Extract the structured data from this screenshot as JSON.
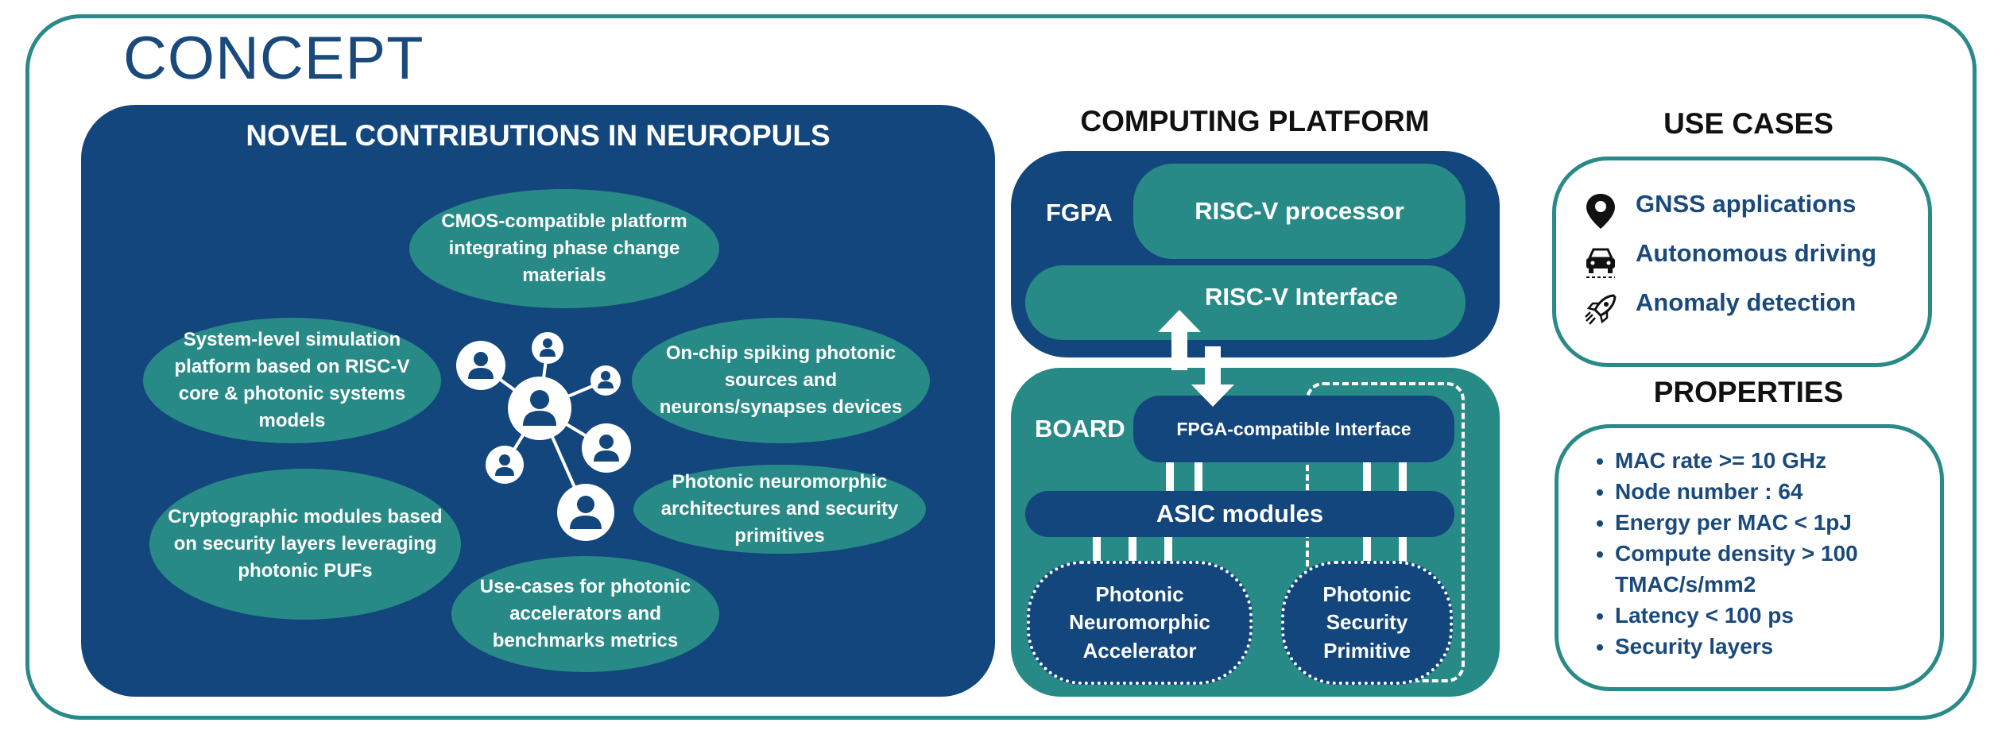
{
  "title": "CONCEPT",
  "colors": {
    "navy": "#12467c",
    "teal": "#288a86",
    "border": "#2a8a88",
    "text_blue": "#1a4a7c"
  },
  "novel": {
    "title": "NOVEL CONTRIBUTIONS IN NEUROPULS",
    "items": [
      "CMOS-compatible platform integrating phase change materials",
      "System-level simulation platform based on RISC-V core & photonic systems models",
      "On-chip spiking photonic sources and neurons/synapses devices",
      "Cryptographic modules based on security layers leveraging photonic PUFs",
      "Photonic neuromorphic architectures and security primitives",
      "Use-cases for photonic accelerators and benchmarks metrics"
    ],
    "center_icon": "people-network-icon"
  },
  "platform": {
    "title": "COMPUTING PLATFORM",
    "fgpa_label": "FGPA",
    "riscv_processor": "RISC-V processor",
    "riscv_interface": "RISC-V Interface",
    "board_label": "BOARD",
    "fpga_interface": "FPGA-compatible Interface",
    "asic": "ASIC modules",
    "accelerator": "Photonic Neuromorphic Accelerator",
    "security_primitive": "Photonic Security Primitive"
  },
  "use_cases": {
    "title": "USE CASES",
    "items": [
      {
        "label": "GNSS applications",
        "icon": "location-pin-icon"
      },
      {
        "label": "Autonomous driving",
        "icon": "car-icon"
      },
      {
        "label": "Anomaly detection",
        "icon": "rocket-icon"
      }
    ]
  },
  "properties": {
    "title": "PROPERTIES",
    "items": [
      "MAC rate >= 10 GHz",
      "Node number : 64",
      "Energy per MAC < 1pJ",
      "Compute density > 100 TMAC/s/mm2",
      "Latency < 100 ps",
      "Security layers"
    ]
  }
}
